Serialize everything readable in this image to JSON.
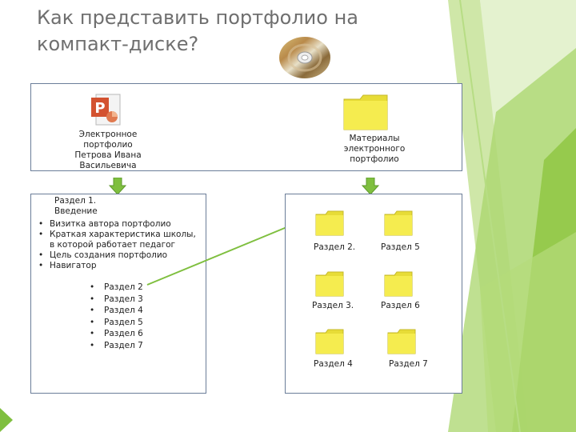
{
  "title": "Как представить портфолио на компакт-диске?",
  "top_box": {
    "left_caption": [
      "Электронное",
      "портфолио",
      "Петрова Ивана",
      "Васильевича"
    ],
    "right_caption": [
      "Материалы электронного",
      "портфолио"
    ]
  },
  "left_box": {
    "heading": [
      "Раздел 1.",
      "Введение"
    ],
    "bullets": [
      "Визитка автора портфолио",
      "Краткая характеристика школы,",
      "в которой работает педагог",
      "Цель создания портфолио",
      "Навигатор"
    ],
    "sections": [
      "Раздел 2",
      "Раздел 3",
      "Раздел 4",
      "Раздел 5",
      "Раздел 6",
      "Раздел 7"
    ]
  },
  "right_box": {
    "folders": [
      {
        "label": "Раздел 2."
      },
      {
        "label": "Раздел 5"
      },
      {
        "label": "Раздел 3."
      },
      {
        "label": "Раздел 6"
      },
      {
        "label": "Раздел 4"
      },
      {
        "label": "Раздел 7"
      }
    ]
  },
  "colors": {
    "accent_green": "#8dc63f",
    "folder_yellow": "#f3e94a",
    "arrow_green": "#7fbf3f",
    "box_border": "#6b7d99"
  }
}
